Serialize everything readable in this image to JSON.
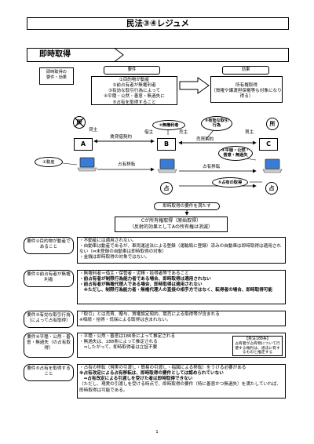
{
  "title": "民法③④レジュメ",
  "section": "即時取得",
  "top": {
    "label": "即時取得の\n要件・効果",
    "req_head": "要件",
    "eff_head": "効果",
    "requirements": [
      "①目的物が動産",
      "②前占有者が無権利者",
      "③有効な取引行為によって",
      "④平穏・公然・善意・無過失に",
      "⑤占有を取得すること"
    ],
    "effect": "所有権取得\n（質権や譲渡担保権等も対象になり得る）"
  },
  "diagram": {
    "ownerA": "A",
    "ownerB": "B",
    "ownerC": "C",
    "kanji_ban": "所",
    "kanji_own": "所",
    "kanji_sen1": "占",
    "kanji_sen2": "占",
    "lbl_kashinushi": "貸主",
    "lbl_karinushi": "借主",
    "lbl_urinushi": "売主",
    "lbl_kainushi": "買主",
    "contract_AB": "賃貸借契約",
    "contract_BC": "売買契約",
    "bubble_1": "①動産",
    "bubble_2": "②無権利者",
    "bubble_3": "③有効な取引\n行為",
    "bubble_4": "④平穏・公然・\n善意・無過失",
    "bubble_5": "⑤占有の取得",
    "move1": "占有移転",
    "move2": "占有移転",
    "cond": "即時取得の要件を満たす",
    "result": "Cが所有権取得（原始取得）\n（反射的効果としてAの所有権は消滅）"
  },
  "rows": [
    {
      "label": "要件①目的物が動産であること",
      "lines": [
        {
          "t": "・不動産には適用されない。",
          "b": false
        },
        {
          "t": "・自動車は動産であるが、車両運送法による登録（運輸局に登録）済みの自動車は即時取得は適用されない（⇔未登録の自動車は即時取得の対象）",
          "b": false
        },
        {
          "t": "・金銭は即時取得の対象ではない。",
          "b": false
        }
      ]
    },
    {
      "label": "要件②前占有者が無権利者",
      "lines": [
        {
          "t": "・無権利者＝借主・保管者・泥棒・拾得者等であること",
          "b": false
        },
        {
          "t": "・前占有者が制限行為能力者である場合、即時取得は適用されない",
          "b": true
        },
        {
          "t": "・前占有者が無権代理人である場合、即時取得は適用されない",
          "b": true
        },
        {
          "t": "　※ただし、制限行為能力者・無権代理人の直接の相手方ではなく、転得者の場合、即時取得可能",
          "b": true
        }
      ]
    },
    {
      "label": "要件③有効な取引行為（によって占有取得）",
      "lines": [
        {
          "t": "「取引」とは売買、贈与、質権設定契約、競売による取得等が含まれる",
          "b": false
        },
        {
          "t": "※相続・拾得・伐採による取得は含まれない。",
          "b": false
        }
      ]
    },
    {
      "label": "要件④平穏・公然・善意・無過失（の占有取得）",
      "lines": [
        {
          "t": "・平穏・公然・善意は186条によって推定される",
          "b": false
        },
        {
          "t": "・無過失は、188条によって推定される",
          "b": false
        },
        {
          "t": "　⇒したがって、即時取得者は立証不要",
          "b": false
        }
      ],
      "note": "【民法188条】\n占有者が占有物について行使する権利は、適法に有するものと推定する"
    },
    {
      "label": "要件⑤占有を取得すること",
      "lines": [
        {
          "t": "・占有の移転（現実の引渡し・簡易の引渡し・指図による移転）をうける必要がある",
          "b": false
        },
        {
          "t": "※占有改定による占有移転は、即時取得の要件としては認められていない",
          "b": true
        },
        {
          "t": "　⇒占有改定による引渡しを受けた者は即時取得できない",
          "b": true
        },
        {
          "t": "（ただし、現実の引渡しを受ける時点で、即時取得の要件（特に善意かつ無過失）を満たしていれば、即時取得は可能である。",
          "b": false
        }
      ]
    }
  ],
  "page_no": "1"
}
